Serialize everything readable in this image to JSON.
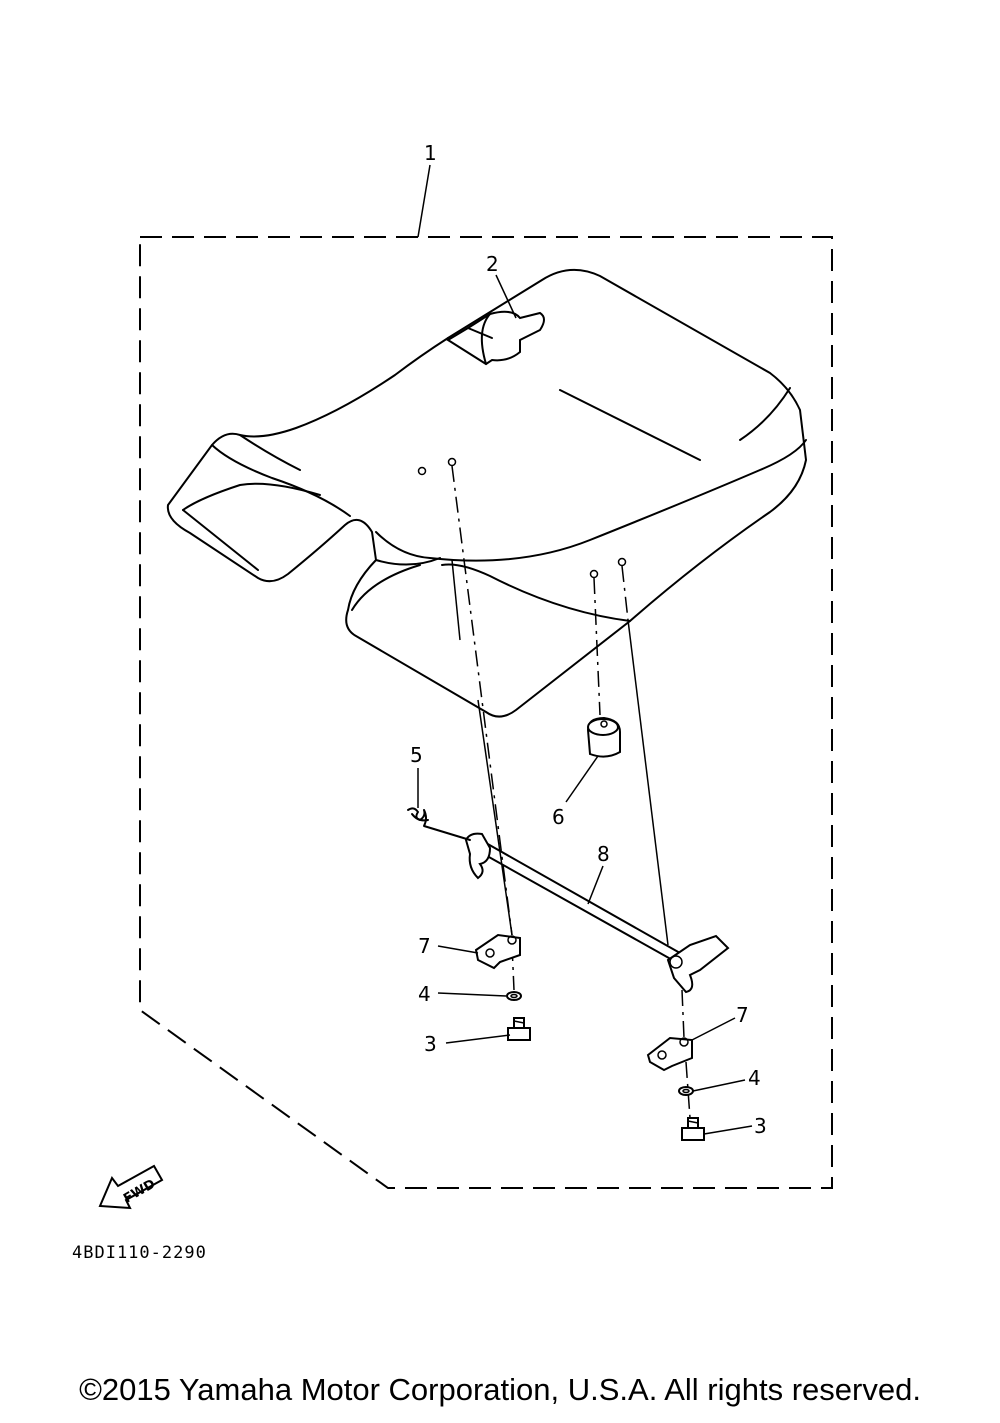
{
  "diagram": {
    "callouts": {
      "c1": "1",
      "c2": "2",
      "c3a": "3",
      "c3b": "3",
      "c4a": "4",
      "c4b": "4",
      "c5": "5",
      "c6": "6",
      "c7a": "7",
      "c7b": "7",
      "c8": "8"
    },
    "fwd_arrow_label": "FWD",
    "drawing_code": "4BDI110-2290"
  },
  "footer": {
    "copyright": "©2015 Yamaha Motor Corporation, U.S.A. All rights reserved."
  }
}
